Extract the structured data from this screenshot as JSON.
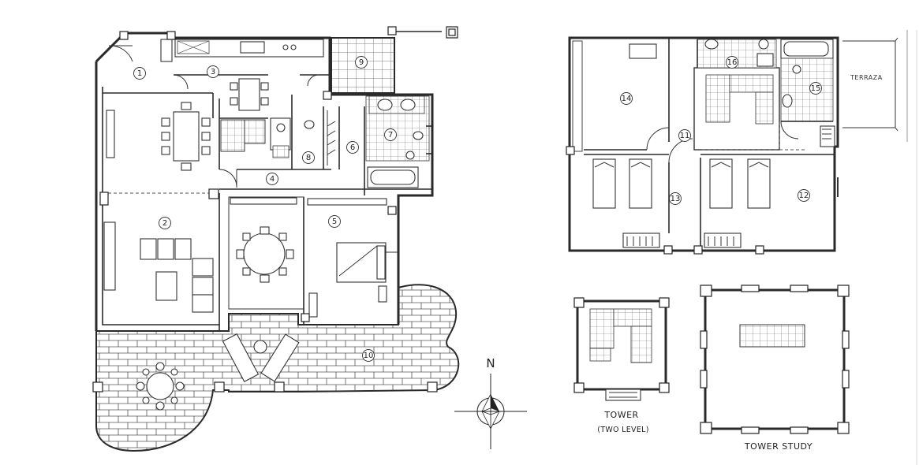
{
  "room_numbers": [
    "1",
    "2",
    "3",
    "4",
    "5",
    "6",
    "7",
    "8",
    "9",
    "10",
    "11",
    "12",
    "13",
    "14",
    "15",
    "16"
  ],
  "labels": {
    "terrace": "TERRAZA",
    "tower": "TOWER",
    "tower_sub": "(TWO LEVEL)",
    "tower_study": "TOWER STUDY"
  },
  "compass": {
    "north_label": "N"
  }
}
